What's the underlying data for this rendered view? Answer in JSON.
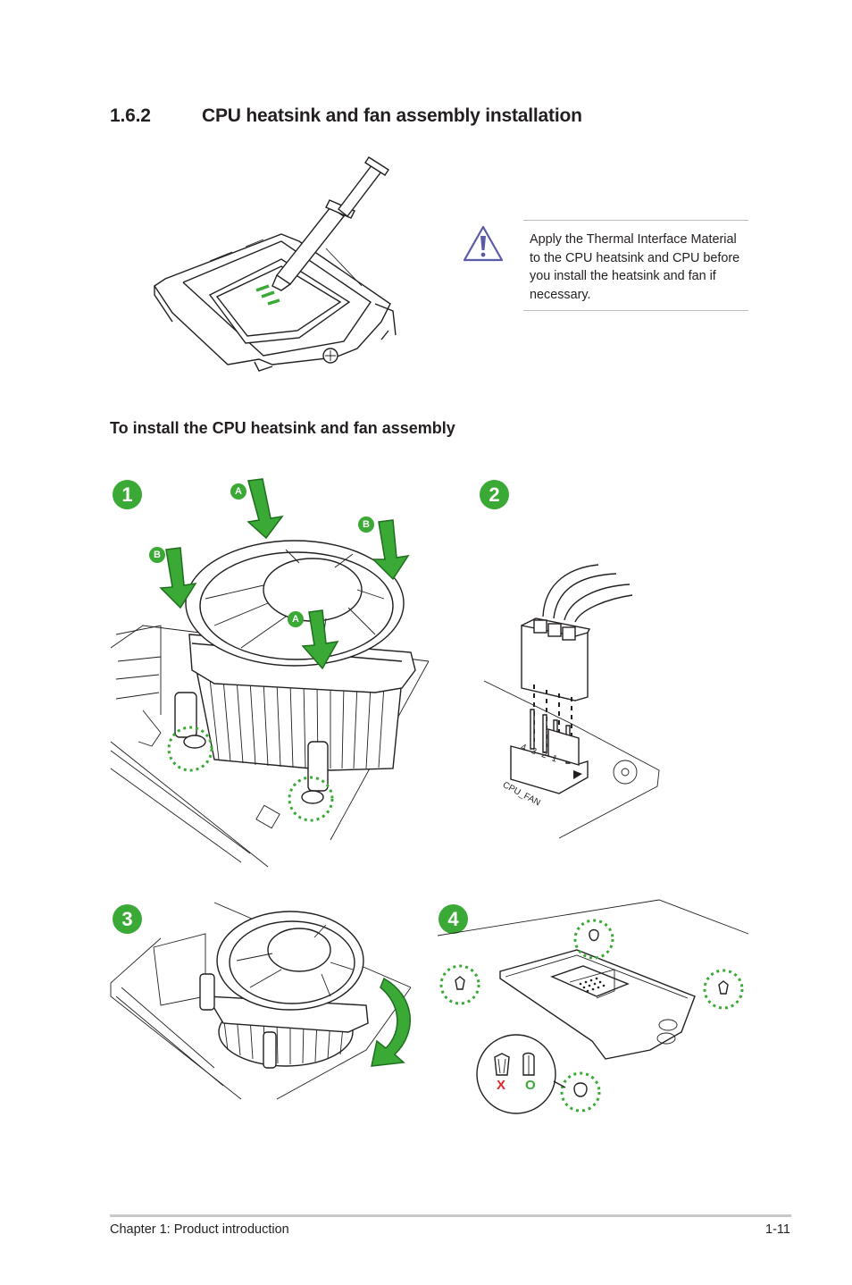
{
  "section": {
    "number": "1.6.2",
    "title": "CPU heatsink and fan assembly installation"
  },
  "note": {
    "icon": "warning-triangle-icon",
    "text": "Apply the Thermal Interface Material to the CPU heatsink and CPU before you install the heatsink and fan if necessary."
  },
  "subheading": "To install the CPU heatsink and fan assembly",
  "steps": {
    "s1": "1",
    "s2": "2",
    "s3": "3",
    "s4": "4"
  },
  "labels": {
    "a": "A",
    "b": "B",
    "connector": "CPU_FAN",
    "pins": [
      "4",
      "3",
      "2",
      "1"
    ],
    "wrong": "X",
    "right": "O"
  },
  "colors": {
    "accent_green": "#3aa935",
    "wrong_red": "#e3262c",
    "warning_purple": "#5b5ba8"
  },
  "footer": {
    "chapter": "Chapter 1: Product introduction",
    "page": "1-11"
  }
}
